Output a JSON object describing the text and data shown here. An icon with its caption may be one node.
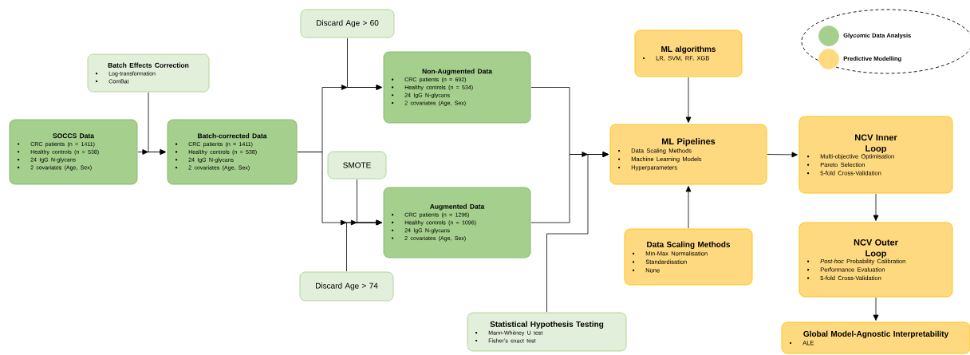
{
  "diagram": {
    "nodes": [
      {
        "text": [
          "SOCCS Data",
          "CRC patients (n = 1411)",
          "Healthy controls (n = 538)",
          "24 IgG N-glycans",
          "2 covariates (Age, Sex)"
        ]
      },
      {
        "text": [
          "Batch Effects Correction",
          "Log-transformation",
          "ComBat"
        ]
      },
      {
        "text": [
          "Batch-corrected Data",
          "CRC patients (n = 1411)",
          "Healthy controls (n = 538)",
          "24 IgG N-glycans",
          "2 covariates (Age, Sex)"
        ]
      },
      {
        "text": [
          "Discard Age > 60"
        ]
      },
      {
        "text": [
          "Non-Augmented Data",
          "CRC patients (n = 692)",
          "Healthy controls (n = 534)",
          "24 IgG N-glycans",
          "2 covariates (Age, Sex)"
        ]
      },
      {
        "text": [
          "SMOTE"
        ]
      },
      {
        "text": [
          "Augmented Data",
          "CRC patients (n = 1296)",
          "Healthy controls (n = 1096)",
          "24 IgG N-glycans",
          "2 covariates (Age, Sex)"
        ]
      },
      {
        "text": [
          "Discard Age > 74"
        ]
      },
      {
        "text": [
          "Statistical Hypothesis Testing",
          "Mann-Whitney U test",
          "Fisher’s exact test"
        ]
      },
      {
        "text": [
          "ML algorithms",
          "LR, SVM, RF, XGB"
        ]
      },
      {
        "text": [
          "ML Pipelines",
          "Data Scaling Methods",
          "Machine Learning Models",
          "Hyperparameters"
        ]
      },
      {
        "text": [
          "Data Scaling Methods",
          "Min-Max Normalisation",
          "Standardisation",
          "None"
        ]
      },
      {
        "text": [
          "NCV Inner Loop",
          "Multi-objective Optimisation",
          "Pareto Selection",
          "5-fold Cross-Validation"
        ]
      },
      {
        "text": [
          "NCV Outer Loop",
          "*Post-hoc* Probability Calibration",
          "Performance Evaluation",
          "5-fold Cross-Validation"
        ]
      },
      {
        "text": [
          "Global Model-Agnostic Interpretability",
          "ALE"
        ]
      }
    ],
    "edges": [
      {
        "from": 0,
        "to": 2,
        "arrow": "to"
      },
      {
        "from": 1,
        "to": 2,
        "arrow": "to"
      },
      {
        "from": 2,
        "to": 4,
        "arrow": "to"
      },
      {
        "from": 2,
        "to": 6,
        "arrow": "to"
      },
      {
        "from": 3,
        "to": 4,
        "arrow": "to"
      },
      {
        "from": 5,
        "to": 6,
        "arrow": "to"
      },
      {
        "from": 7,
        "to": 6,
        "arrow": "to"
      },
      {
        "from": 4,
        "to": 10,
        "arrow": "to"
      },
      {
        "from": 6,
        "to": 10,
        "arrow": "to"
      },
      {
        "from": 8,
        "to": 10,
        "arrow": "to"
      },
      {
        "from": 9,
        "to": 10,
        "arrow": "to"
      },
      {
        "from": 11,
        "to": 10,
        "arrow": "to"
      },
      {
        "from": 10,
        "to": 12,
        "arrow": "to"
      },
      {
        "from": 12,
        "to": 13,
        "arrow": "to"
      },
      {
        "from": 13,
        "to": 14,
        "arrow": "to"
      }
    ],
    "legend": [
      {
        "text": "Glycomic Data Analysis",
        "color": "#a5cf8c"
      },
      {
        "text": "Predictive Modelling",
        "color": "#ffd97f"
      }
    ]
  }
}
